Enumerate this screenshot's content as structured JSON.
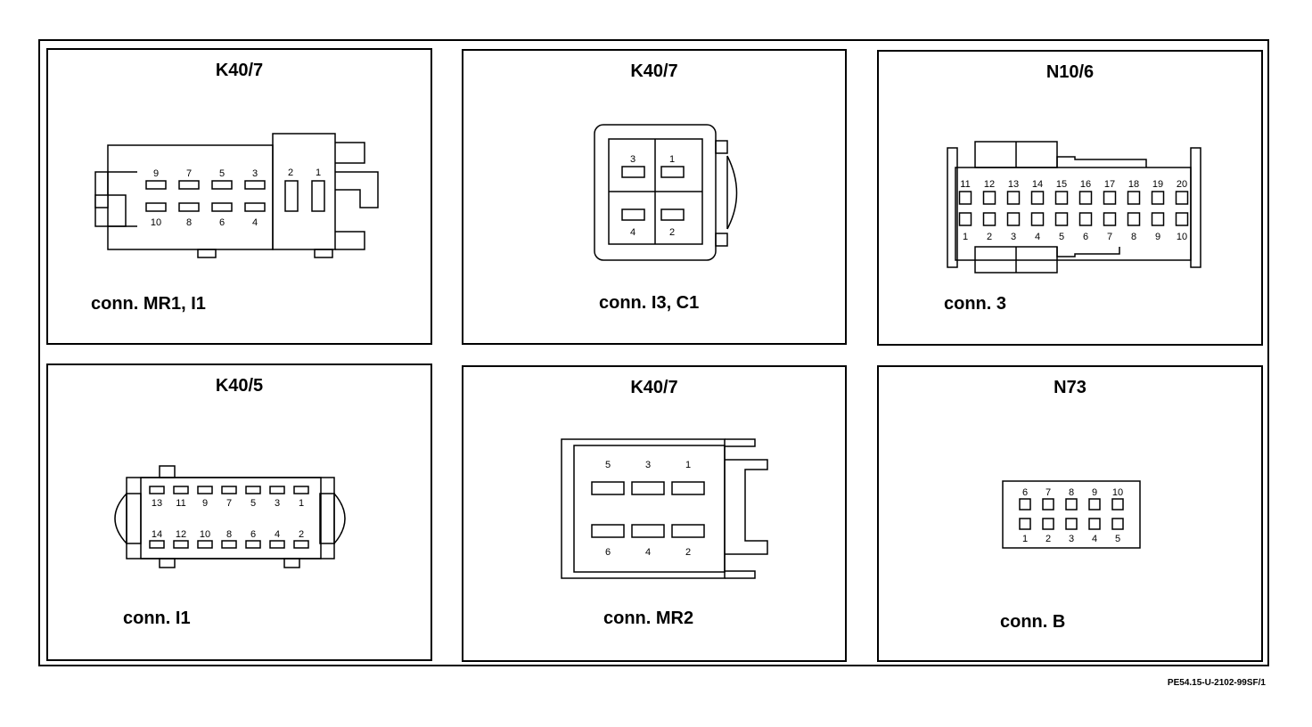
{
  "reference": "PE54.15-U-2102-99SF/1",
  "panels": [
    {
      "title": "K40/7",
      "label": "conn. MR1, I1",
      "pins": {
        "top_row": [
          "9",
          "7",
          "5",
          "3"
        ],
        "bottom_row": [
          "10",
          "8",
          "6",
          "4"
        ],
        "side": [
          "2",
          "1"
        ]
      }
    },
    {
      "title": "K40/7",
      "label": "conn. I3, C1",
      "pins": {
        "cells": [
          "3",
          "1",
          "4",
          "2"
        ]
      }
    },
    {
      "title": "N10/6",
      "label": "conn. 3",
      "pins": {
        "top_row": [
          "11",
          "12",
          "13",
          "14",
          "15",
          "16",
          "17",
          "18",
          "19",
          "20"
        ],
        "bottom_row": [
          "1",
          "2",
          "3",
          "4",
          "5",
          "6",
          "7",
          "8",
          "9",
          "10"
        ]
      }
    },
    {
      "title": "K40/5",
      "label": "conn. I1",
      "pins": {
        "top_row": [
          "13",
          "11",
          "9",
          "7",
          "5",
          "3",
          "1"
        ],
        "bottom_row": [
          "14",
          "12",
          "10",
          "8",
          "6",
          "4",
          "2"
        ]
      }
    },
    {
      "title": "K40/7",
      "label": "conn. MR2",
      "pins": {
        "top_row": [
          "5",
          "3",
          "1"
        ],
        "bottom_row": [
          "6",
          "4",
          "2"
        ]
      }
    },
    {
      "title": "N73",
      "label": "conn. B",
      "pins": {
        "top_row": [
          "6",
          "7",
          "8",
          "9",
          "10"
        ],
        "bottom_row": [
          "1",
          "2",
          "3",
          "4",
          "5"
        ]
      }
    }
  ]
}
